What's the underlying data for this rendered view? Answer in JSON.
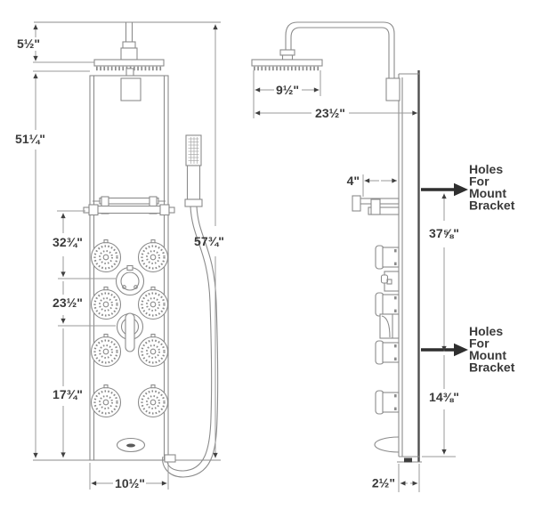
{
  "front_view": {
    "dimensions": {
      "head_above_panel": "5½\"",
      "panel_height": "51¼\"",
      "overall_height": "57¾\"",
      "towel_bar_from_floor": "32¾\"",
      "diverter_from_floor": "23½\"",
      "handle_from_floor": "17¾\"",
      "panel_width": "10½\""
    }
  },
  "side_view": {
    "dimensions": {
      "showerhead_width": "9½\"",
      "showerhead_reach": "23½\"",
      "towel_bar_depth": "4\"",
      "upper_bracket_height": "37⅝\"",
      "lower_bracket_height": "14⅜\"",
      "panel_depth": "2½\""
    },
    "upper_bracket_note": {
      "line1": "Holes",
      "line2": "For",
      "line3": "Mount",
      "line4": "Bracket"
    },
    "lower_bracket_note": {
      "line1": "Holes",
      "line2": "For",
      "line3": "Mount",
      "line4": "Bracket"
    }
  },
  "colors": {
    "background": "#ffffff",
    "line": "#8b8b8b",
    "text": "#3a3a3a",
    "arrow": "#3f3f3f",
    "bracket_arrow": "#2f2f2f"
  }
}
